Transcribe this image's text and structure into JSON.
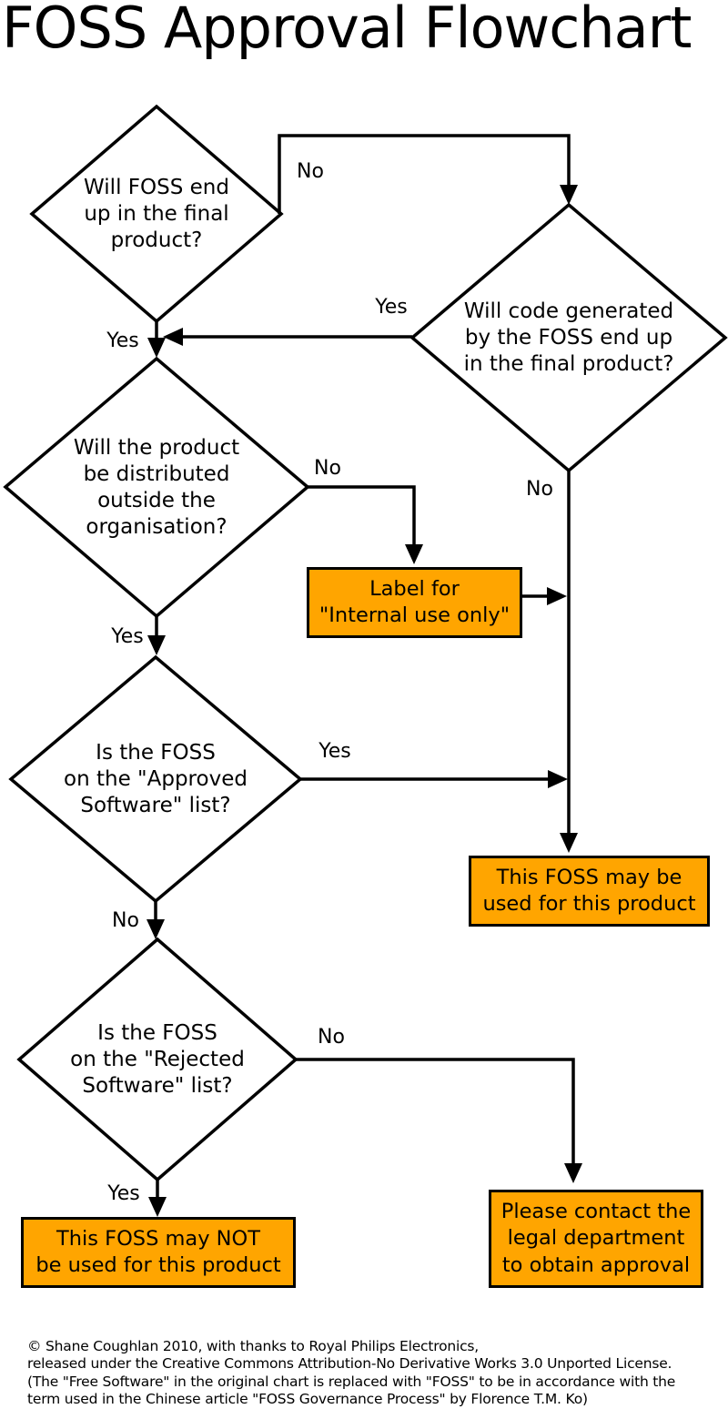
{
  "title": "FOSS Approval Flowchart",
  "colors": {
    "result_box_fill": "#FFA500",
    "stroke": "#000000",
    "background": "#FFFFFF"
  },
  "decisions": {
    "final_product": {
      "lines": [
        "Will FOSS end",
        "up in the final",
        "product?"
      ]
    },
    "code_generated": {
      "lines": [
        "Will code generated",
        "by the FOSS end up",
        "in the final product?"
      ]
    },
    "distributed_outside": {
      "lines": [
        "Will the product",
        "be distributed",
        "outside the",
        "organisation?"
      ]
    },
    "approved_list": {
      "lines": [
        "Is the FOSS",
        "on the \"Approved",
        "Software\" list?"
      ]
    },
    "rejected_list": {
      "lines": [
        "Is the FOSS",
        "on the \"Rejected",
        "Software\" list?"
      ]
    }
  },
  "results": {
    "internal_use": {
      "lines": [
        "Label for",
        "\"Internal use only\""
      ]
    },
    "may_be_used": {
      "lines": [
        "This FOSS may be",
        "used for this product"
      ]
    },
    "may_not_be_used": {
      "lines": [
        "This FOSS may NOT",
        "be used for this product"
      ]
    },
    "contact_legal": {
      "lines": [
        "Please contact the",
        "legal department",
        "to obtain approval"
      ]
    }
  },
  "edge_labels": {
    "final_product_no": "No",
    "final_product_yes": "Yes",
    "code_generated_yes": "Yes",
    "code_generated_no": "No",
    "distributed_no": "No",
    "distributed_yes": "Yes",
    "approved_yes": "Yes",
    "approved_no": "No",
    "rejected_no": "No",
    "rejected_yes": "Yes"
  },
  "footer": {
    "lines": [
      "© Shane Coughlan 2010, with thanks to Royal Philips Electronics,",
      "released under the Creative Commons Attribution-No Derivative Works 3.0 Unported License.",
      "(The \"Free Software\" in the original chart is replaced with \"FOSS\" to be in accordance with the",
      "term used in the Chinese article \"FOSS Governance Process\" by Florence T.M. Ko)"
    ]
  }
}
